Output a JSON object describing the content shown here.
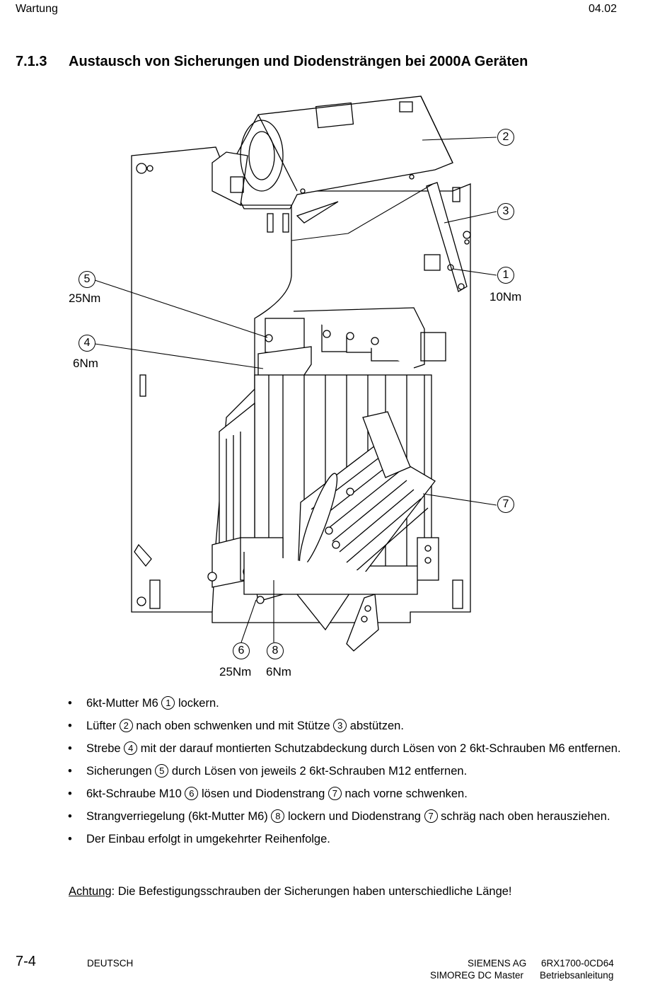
{
  "header": {
    "left": "Wartung",
    "right": "04.02"
  },
  "section": {
    "number": "7.1.3",
    "title": "Austausch von Sicherungen und Diodensträngen bei 2000A Geräten"
  },
  "figure": {
    "callouts": [
      {
        "id": "1",
        "torque": "10Nm"
      },
      {
        "id": "2",
        "torque": ""
      },
      {
        "id": "3",
        "torque": ""
      },
      {
        "id": "4",
        "torque": "6Nm"
      },
      {
        "id": "5",
        "torque": "25Nm"
      },
      {
        "id": "6",
        "torque": "25Nm"
      },
      {
        "id": "7",
        "torque": ""
      },
      {
        "id": "8",
        "torque": "6Nm"
      }
    ]
  },
  "steps": [
    {
      "parts": [
        "6kt-Mutter M6 ",
        "1",
        " lockern."
      ]
    },
    {
      "parts": [
        "Lüfter ",
        "2",
        " nach oben schwenken und mit Stütze ",
        "3",
        " abstützen."
      ]
    },
    {
      "parts": [
        "Strebe ",
        "4",
        " mit der darauf montierten Schutzabdeckung durch Lösen von 2 6kt-Schrauben M6 entfernen."
      ]
    },
    {
      "parts": [
        "Sicherungen ",
        "5",
        " durch Lösen von jeweils 2 6kt-Schrauben M12 entfernen."
      ]
    },
    {
      "parts": [
        "6kt-Schraube M10 ",
        "6",
        " lösen und Diodenstrang ",
        "7",
        " nach vorne schwenken."
      ]
    },
    {
      "parts": [
        "Strangverriegelung (6kt-Mutter M6) ",
        "8",
        " lockern und Diodenstrang ",
        "7",
        " schräg nach oben herausziehen."
      ]
    },
    {
      "parts": [
        "Der Einbau erfolgt in umgekehrter Reihenfolge."
      ]
    }
  ],
  "note": {
    "label": "Achtung",
    "text": ": Die Befestigungsschrauben der Sicherungen haben unterschiedliche Länge!"
  },
  "footer": {
    "page": "7-4",
    "language": "DEUTSCH",
    "company": "SIEMENS AG",
    "order_no": "6RX1700-0CD64",
    "product": "SIMOREG DC Master",
    "doc_type": "Betriebsanleitung"
  }
}
